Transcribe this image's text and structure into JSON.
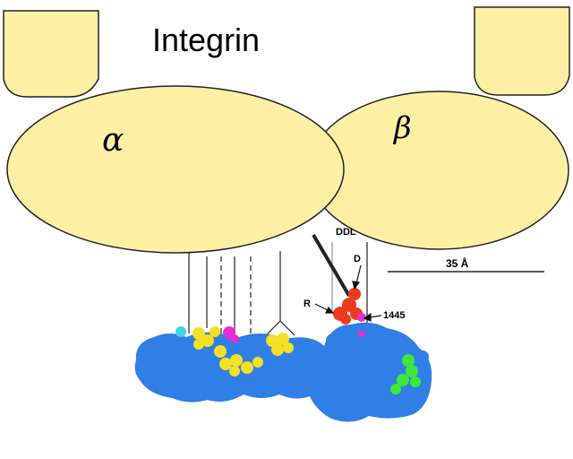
{
  "diagram": {
    "title": "Integrin",
    "subunit_alpha": "α",
    "subunit_beta": "β",
    "label_ddl": "DDL",
    "label_d": "D",
    "label_r": "R",
    "label_residue": "1445",
    "scale_bar_label": "35 Å"
  },
  "colors": {
    "integrin_fill": "#fdf0a4",
    "protein_blue": "#2f7fe6",
    "highlight_yellow": "#f4e024",
    "highlight_red": "#ee3a1c",
    "highlight_magenta": "#e030d8",
    "highlight_cyan": "#3fd6e6",
    "highlight_green": "#3ee83a"
  }
}
